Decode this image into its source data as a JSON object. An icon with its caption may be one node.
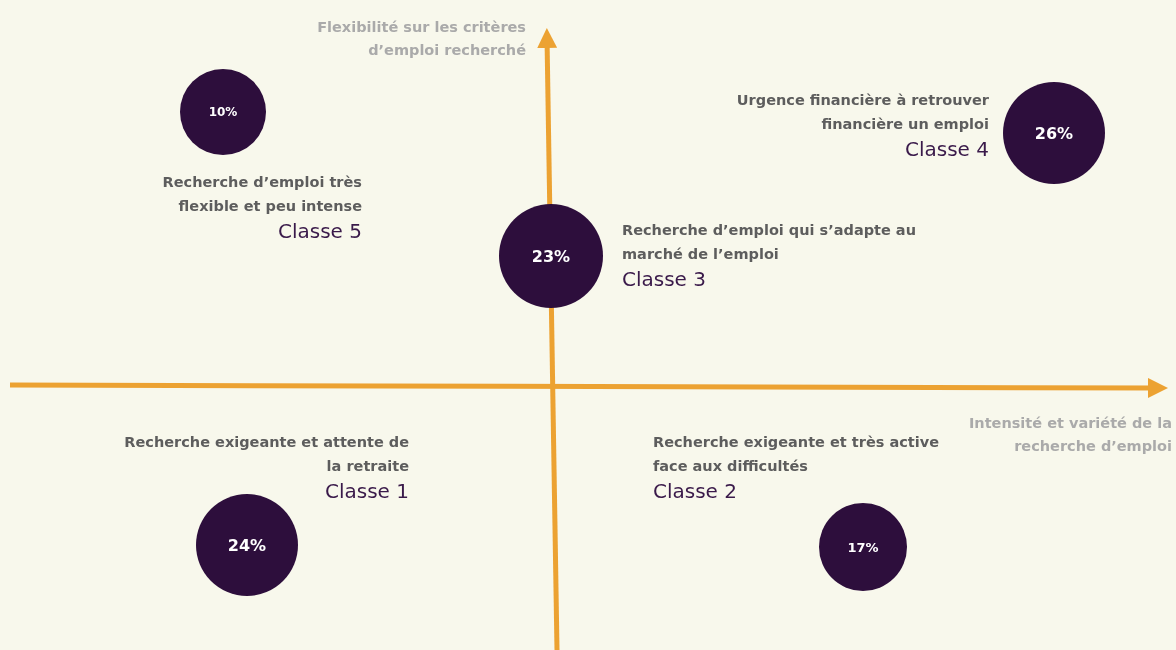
{
  "diagram": {
    "nodes": [
      {
        "text": [
          "10%"
        ],
        "beside": [
          "Recherche d’emploi très flexible et peu intense",
          "Classe 5"
        ]
      },
      {
        "text": [
          "26%"
        ],
        "beside": [
          "Urgence financière à retrouver financière un emploi",
          "Classe 4"
        ]
      },
      {
        "text": [
          "23%"
        ],
        "beside": [
          "Recherche d’emploi qui s’adapte au marché de l’emploi",
          "Classe 3"
        ]
      },
      {
        "text": [
          "24%"
        ],
        "beside": [
          "Recherche exigeante et attente de la retraite",
          "Classe 1"
        ]
      },
      {
        "text": [
          "17%"
        ],
        "beside": [
          "Recherche exigeante et très active face aux difficultés",
          "Classe 2"
        ]
      }
    ],
    "edges": [],
    "labels": [
      "Flexibilité sur les critères d’emploi recherché",
      "Intensité et variété de la recherche d’emploi"
    ]
  }
}
